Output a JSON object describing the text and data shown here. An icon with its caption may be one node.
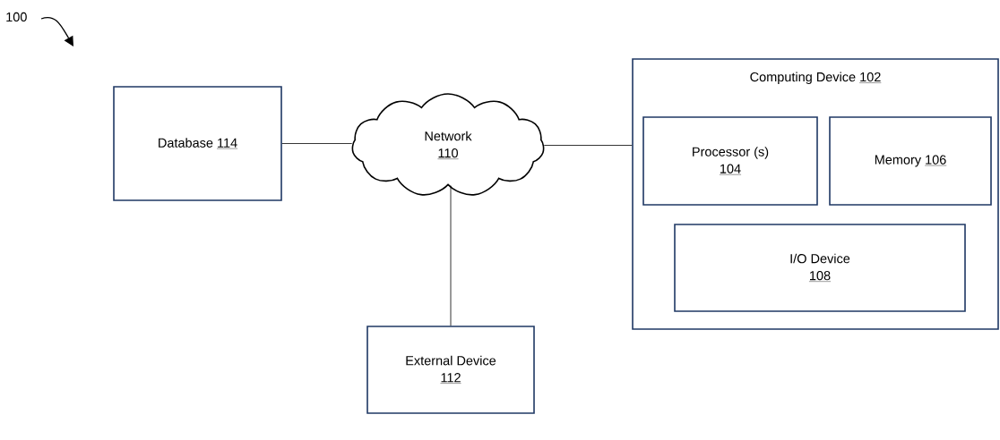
{
  "diagram": {
    "nodes": [
      {
        "text": [
          "Database",
          "114"
        ]
      },
      {
        "text": [
          "Network",
          "110"
        ]
      },
      {
        "text": [
          "Computing Device",
          "102"
        ]
      },
      {
        "text": [
          "Processor (s)",
          "104"
        ],
        "in": 2
      },
      {
        "text": [
          "Memory",
          "106"
        ],
        "in": 2
      },
      {
        "text": [
          "I/O Device",
          "108"
        ],
        "in": 2
      },
      {
        "text": [
          "External Device",
          "112"
        ]
      }
    ],
    "edges": [
      {
        "from": 0,
        "to": 1,
        "arrow": "none"
      },
      {
        "from": 1,
        "to": 2,
        "arrow": "none"
      },
      {
        "from": 1,
        "to": 6,
        "arrow": "none"
      }
    ],
    "labels": [
      "100"
    ]
  }
}
